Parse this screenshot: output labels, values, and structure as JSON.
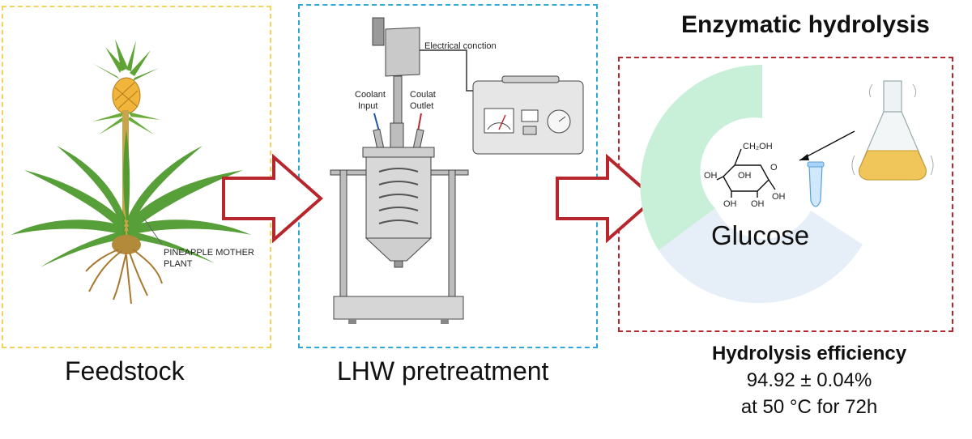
{
  "panels": {
    "feedstock": {
      "caption": "Feedstock",
      "plant_label_line1": "PINEAPPLE MOTHER",
      "plant_label_line2": "PLANT"
    },
    "pretreatment": {
      "caption": "LHW pretreatment",
      "label_electrical": "Electrical conction",
      "label_coolant_in_1": "Coolant",
      "label_coolant_in_2": "Input",
      "label_coolant_out_1": "Coulat",
      "label_coolant_out_2": "Outlet"
    },
    "enzymatic": {
      "title": "Enzymatic hydrolysis",
      "product_label": "Glucose",
      "molecule": {
        "ch2oh": "CH₂OH",
        "o": "O",
        "oh": "OH"
      }
    }
  },
  "result": {
    "heading": "Hydrolysis efficiency",
    "value": "94.92 ± 0.04%",
    "condition": "at 50 °C for 72h"
  },
  "colors": {
    "feedstock_border": "#f3d35a",
    "pretreatment_border": "#2ea8d8",
    "enzymatic_border": "#b8262d",
    "arrow_outline": "#b8262d",
    "ring_green": "#c8efd8",
    "ring_blue": "#e6eef8"
  }
}
